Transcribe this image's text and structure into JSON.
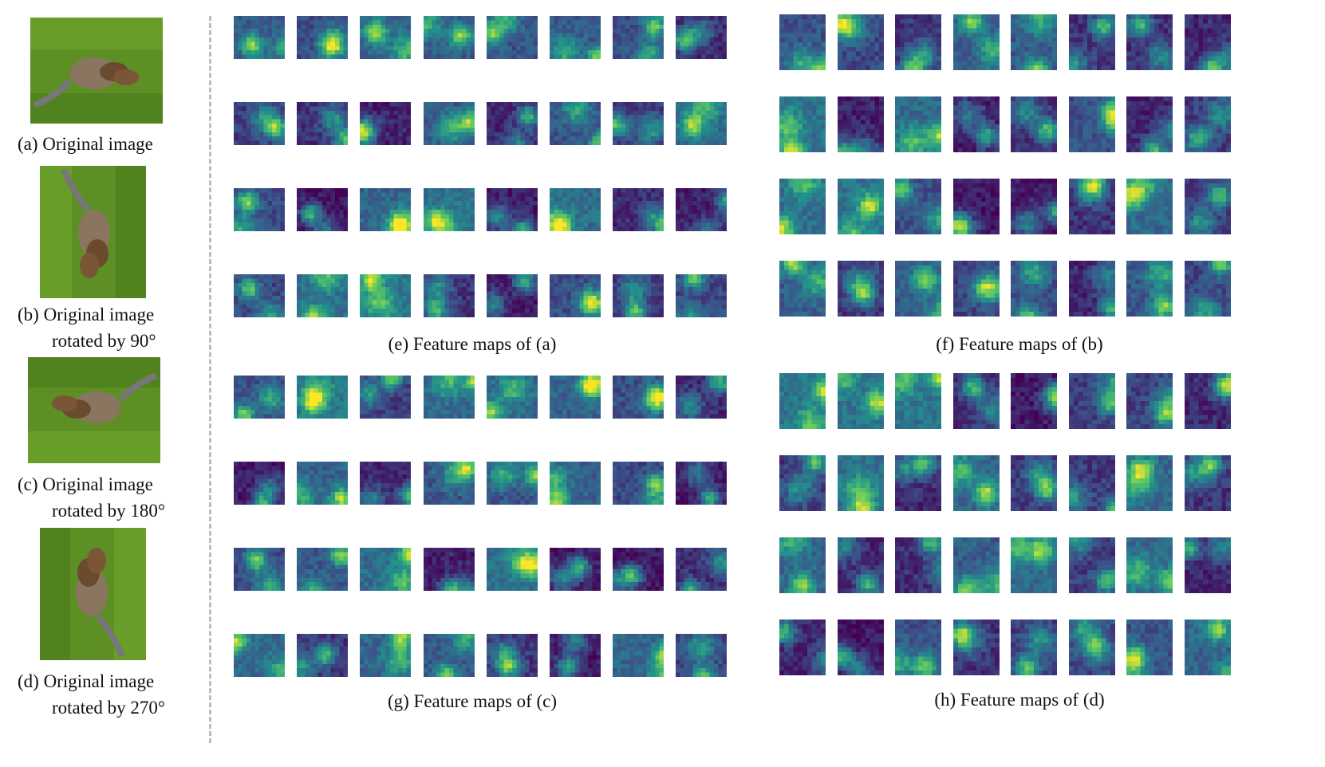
{
  "left_column": {
    "images": [
      {
        "id": "a",
        "caption_line1": "(a) Original image",
        "caption_line2": "",
        "rotation_deg": 0
      },
      {
        "id": "b",
        "caption_line1": "(b) Original image",
        "caption_line2": "rotated by 90°",
        "rotation_deg": 90
      },
      {
        "id": "c",
        "caption_line1": "(c) Original image",
        "caption_line2": "rotated by 180°",
        "rotation_deg": 180
      },
      {
        "id": "d",
        "caption_line1": "(d) Original image",
        "caption_line2": "rotated by 270°",
        "rotation_deg": 270
      }
    ]
  },
  "panels": [
    {
      "id": "e",
      "caption": "(e) Feature maps of (a)",
      "rows": 4,
      "cols": 8,
      "orientation": "landscape"
    },
    {
      "id": "f",
      "caption": "(f) Feature maps of (b)",
      "rows": 4,
      "cols": 8,
      "orientation": "portrait"
    },
    {
      "id": "g",
      "caption": "(g) Feature maps of (c)",
      "rows": 4,
      "cols": 8,
      "orientation": "landscape"
    },
    {
      "id": "h",
      "caption": "(h) Feature maps of (d)",
      "rows": 4,
      "cols": 8,
      "orientation": "portrait"
    }
  ],
  "colors": {
    "viridis_low": "#440154",
    "viridis_mid": "#21918c",
    "viridis_high": "#fde725",
    "grass_dark": "#3d6b1a",
    "grass_light": "#8cc43a",
    "divider": "#bdbdbd"
  }
}
